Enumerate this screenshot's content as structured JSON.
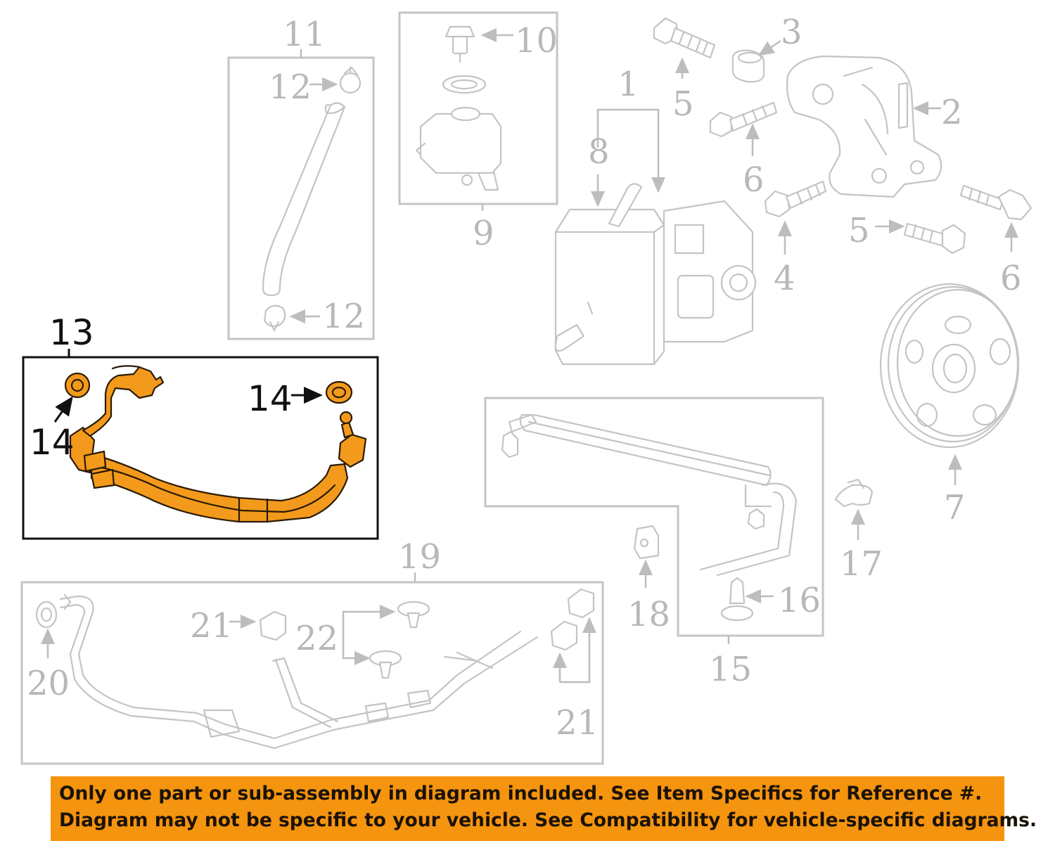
{
  "callouts": {
    "c1": "1",
    "c2": "2",
    "c3": "3",
    "c4": "4",
    "c5a": "5",
    "c5b": "5",
    "c6a": "6",
    "c6b": "6",
    "c7": "7",
    "c8": "8",
    "c9": "9",
    "c10": "10",
    "c11": "11",
    "c12a": "12",
    "c12b": "12",
    "c13": "13",
    "c14a": "14",
    "c14b": "14",
    "c15": "15",
    "c16": "16",
    "c17": "17",
    "c18": "18",
    "c19": "19",
    "c20": "20",
    "c21a": "21",
    "c21b": "21",
    "c22": "22"
  },
  "highlighted_part": "13",
  "colors": {
    "highlight": "#f39a1c",
    "banner": "#f5940f",
    "faded_parts": "#c4c4c4"
  },
  "disclaimer": {
    "line1": "Only one part or sub-assembly in diagram included. See Item Specifics for Reference #.",
    "line2": "Diagram may not be specific to your vehicle. See Compatibility for vehicle-specific diagrams."
  }
}
